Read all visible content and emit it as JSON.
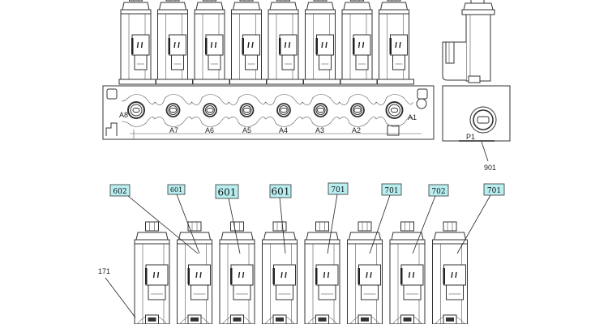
{
  "diagram": {
    "title": "",
    "top_assembly": {
      "valve_count": 8,
      "port_labels": [
        "A8",
        "A7",
        "A6",
        "A5",
        "A4",
        "A3",
        "A2",
        "A1"
      ],
      "side_valve": {
        "port_label": "P1",
        "part_number": "901"
      }
    },
    "bottom_assembly": {
      "valve_count": 8,
      "side_part_number": "171",
      "callouts": [
        {
          "label": "602",
          "size": "small"
        },
        {
          "label": "601",
          "size": "small"
        },
        {
          "label": "601",
          "size": "large"
        },
        {
          "label": "601",
          "size": "large"
        },
        {
          "label": "701",
          "size": "small"
        },
        {
          "label": "701",
          "size": "small"
        },
        {
          "label": "702",
          "size": "small"
        },
        {
          "label": "701",
          "size": "small"
        }
      ]
    },
    "colors": {
      "callout_fill": "#b8eef0",
      "line": "#333333",
      "background": "#ffffff"
    }
  }
}
